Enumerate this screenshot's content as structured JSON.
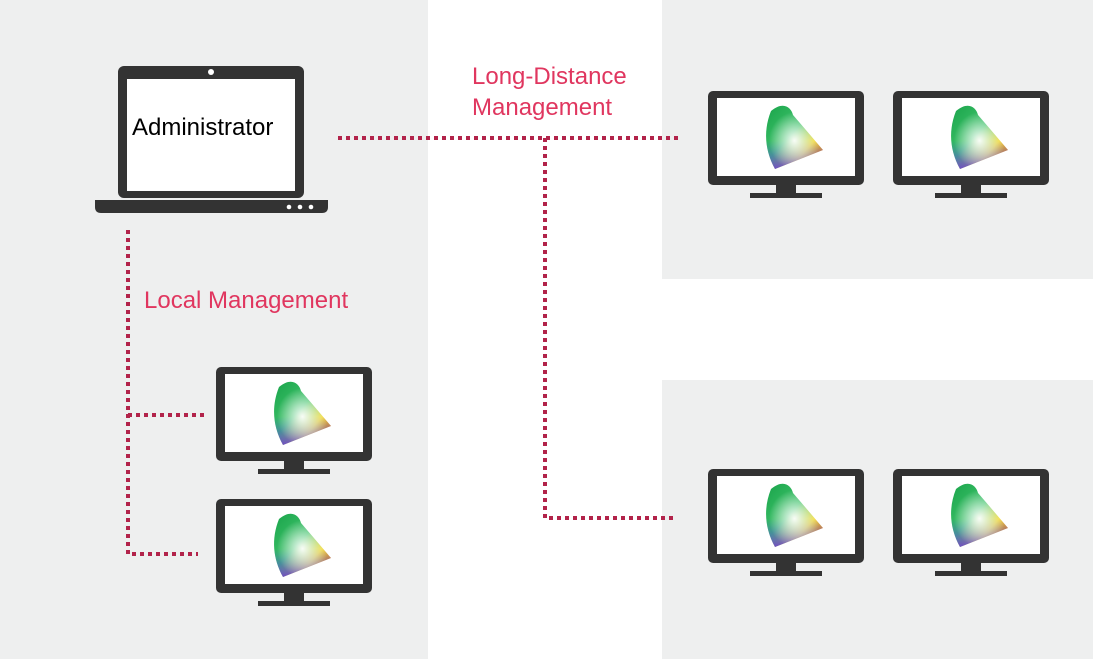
{
  "diagram": {
    "title": "",
    "administrator_label": "Administrator",
    "long_distance_label": [
      "Long-Distance",
      "Management"
    ],
    "local_label": "Local Management"
  },
  "colors": {
    "panel_bg": "#eeefef",
    "device_dark": "#333333",
    "connector": "#b2234a",
    "label_accent": "#e0365f"
  },
  "icons": {
    "laptop": "laptop-icon",
    "monitor": "monitor-icon",
    "gamut": "color-gamut-icon"
  },
  "groups": [
    {
      "name": "local",
      "monitor_count": 2
    },
    {
      "name": "remote-a",
      "monitor_count": 2
    },
    {
      "name": "remote-b",
      "monitor_count": 2
    }
  ]
}
